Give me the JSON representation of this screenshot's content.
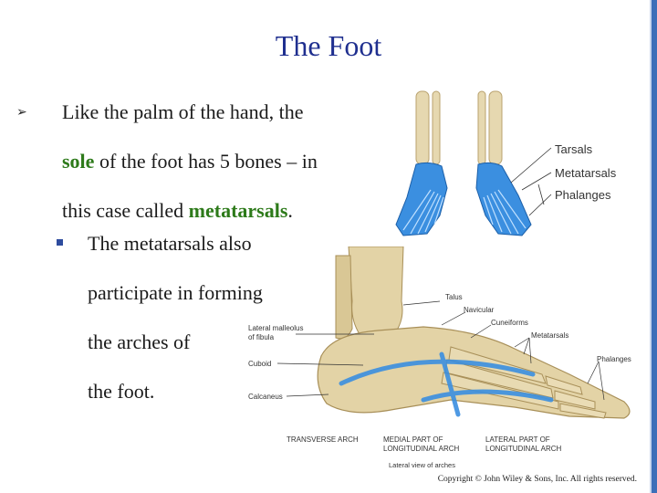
{
  "title": "The Foot",
  "bullet1": {
    "icon": "arrow-bullet-icon",
    "line1": "Like the palm of the hand, the",
    "line2_keyword": "sole",
    "line2_rest": " of the foot has 5 bones – in",
    "line3_pre": "this case called ",
    "line3_keyword": "metatarsals",
    "line3_post": "."
  },
  "bullet2": {
    "icon": "square-bullet-icon",
    "lines": [
      "The metatarsals also",
      "participate in forming",
      "the arches of",
      "the foot."
    ]
  },
  "figure_top": {
    "labels": [
      "Tarsals",
      "Metatarsals",
      "Phalanges"
    ]
  },
  "figure_bottom": {
    "labels": {
      "talus": "Talus",
      "navicular": "Navicular",
      "cuneiforms": "Cuneiforms",
      "metatarsals": "Metatarsals",
      "phalanges": "Phalanges",
      "lateral_malleolus_1": "Lateral malleolus",
      "lateral_malleolus_2": "of fibula",
      "cuboid": "Cuboid",
      "calcaneus": "Calcaneus",
      "transverse_arch": "TRANSVERSE ARCH",
      "medial_1": "MEDIAL PART OF",
      "medial_2": "LONGITUDINAL ARCH",
      "lateral_1": "LATERAL PART OF",
      "lateral_2": "LONGITUDINAL ARCH",
      "caption": "Lateral view of arches"
    }
  },
  "copyright": "Copyright © John Wiley & Sons, Inc. All rights reserved.",
  "colors": {
    "title": "#1f2f8f",
    "keyword": "#2d7a1a",
    "bone": "#e3d3a6",
    "highlight": "#3b8fe0",
    "accent_bar": "#3d6fb8"
  }
}
